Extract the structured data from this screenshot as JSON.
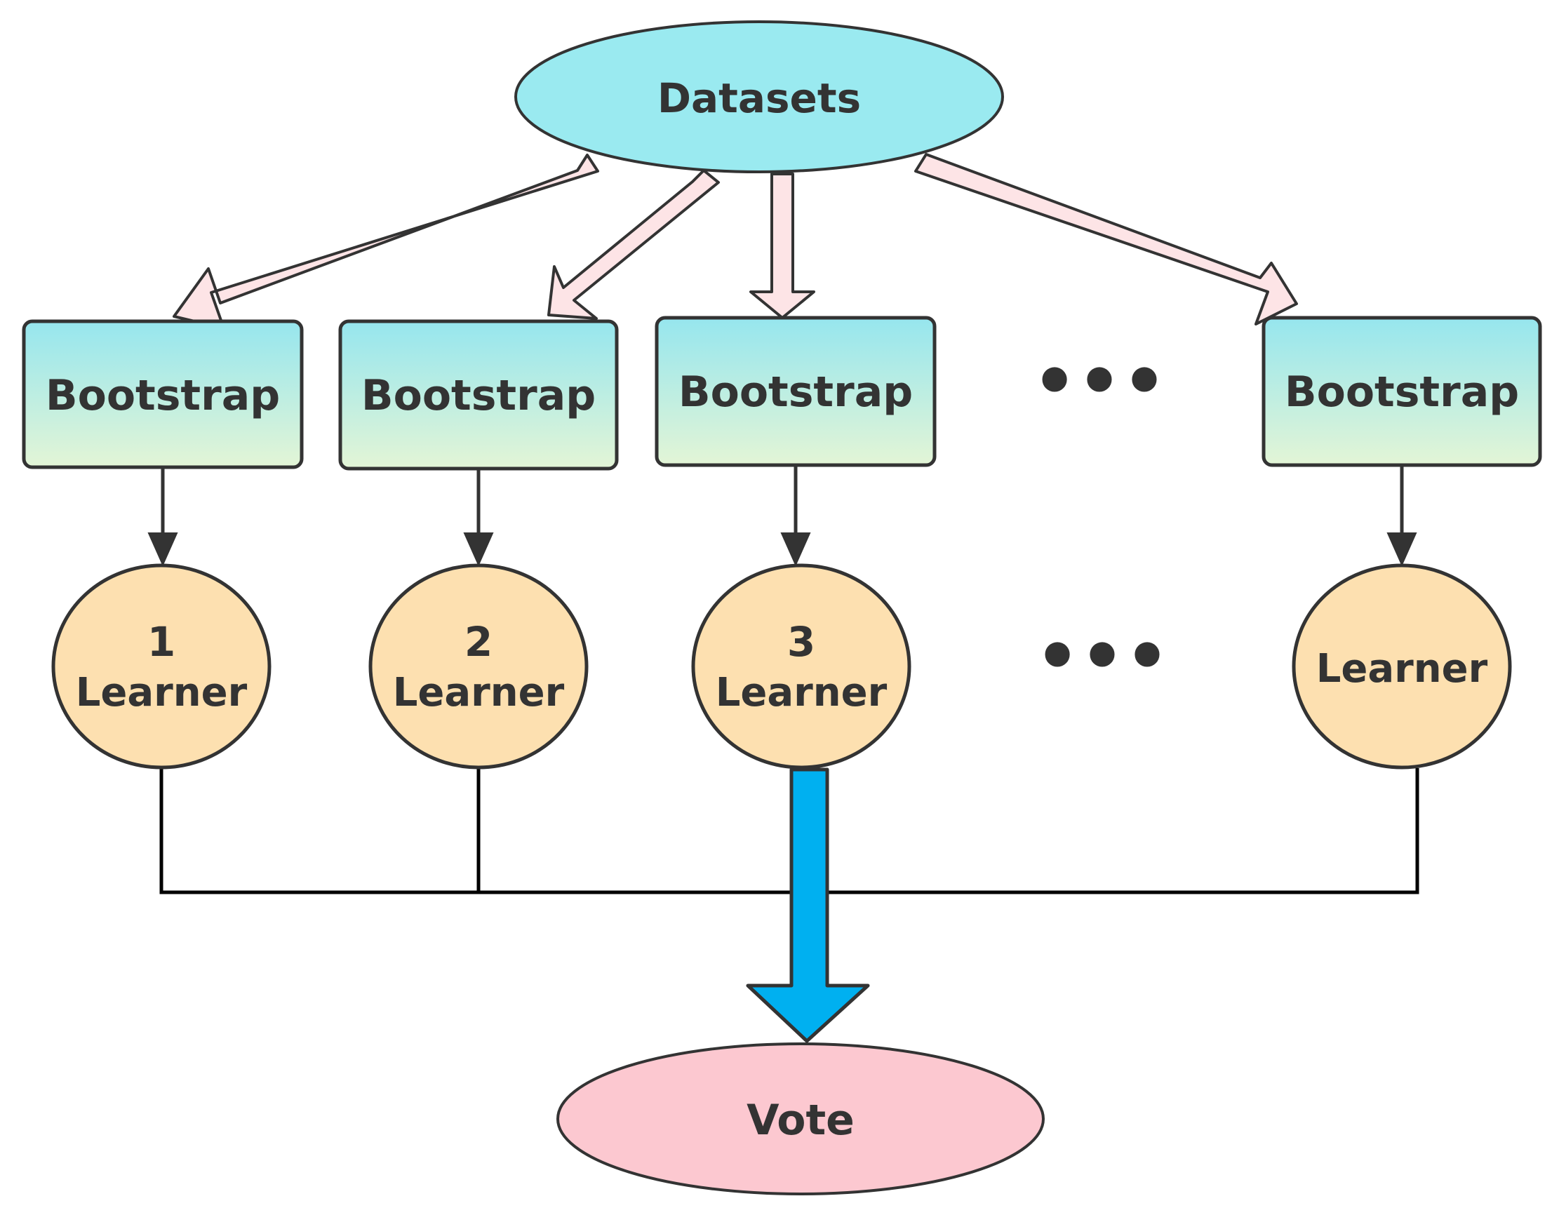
{
  "source": {
    "label": "Datasets"
  },
  "bootstraps": [
    {
      "label": "Bootstrap"
    },
    {
      "label": "Bootstrap"
    },
    {
      "label": "Bootstrap"
    },
    {
      "label": "Bootstrap"
    }
  ],
  "learners": [
    {
      "number": "1",
      "label": "Learner"
    },
    {
      "number": "2",
      "label": "Learner"
    },
    {
      "number": "3",
      "label": "Learner"
    },
    {
      "number": "",
      "label": "Learner"
    }
  ],
  "ellipsis": {
    "bootstrap_row": "•••",
    "learner_row": "•••"
  },
  "output": {
    "label": "Vote"
  },
  "colors": {
    "datasets_fill": "#9aeaf0",
    "bootstrap_top": "#96e6ee",
    "bootstrap_bottom": "#e3f5d6",
    "learner_fill": "#fde0b0",
    "vote_fill": "#fcc8d0",
    "hollow_arrow_fill": "#fde4e6",
    "vote_arrow_fill": "#00b0f0",
    "stroke": "#333333"
  }
}
